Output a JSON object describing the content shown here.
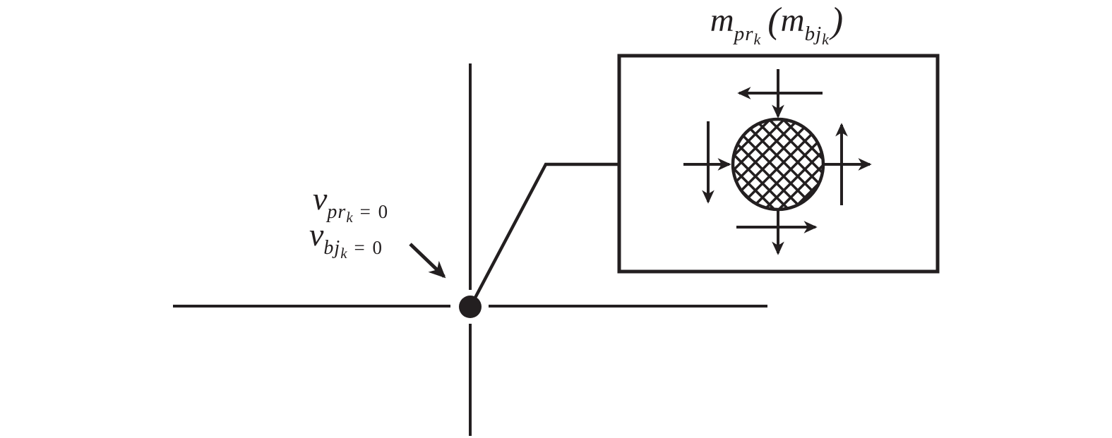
{
  "inset_title": {
    "base1": "m",
    "sub1": "pr",
    "subsub1": "k",
    "open_paren": "(",
    "base2": "m",
    "sub2": "bj",
    "subsub2": "k",
    "close_paren": ")"
  },
  "annotations": {
    "shear_label_1": {
      "base": "v",
      "sub": "pr",
      "subsub": "k",
      "equals": "= 0"
    },
    "shear_label_2": {
      "base": "v",
      "sub": "bj",
      "subsub": "k",
      "equals": "= 0"
    }
  },
  "colors": {
    "ink": "#231f20",
    "background": "#ffffff"
  }
}
